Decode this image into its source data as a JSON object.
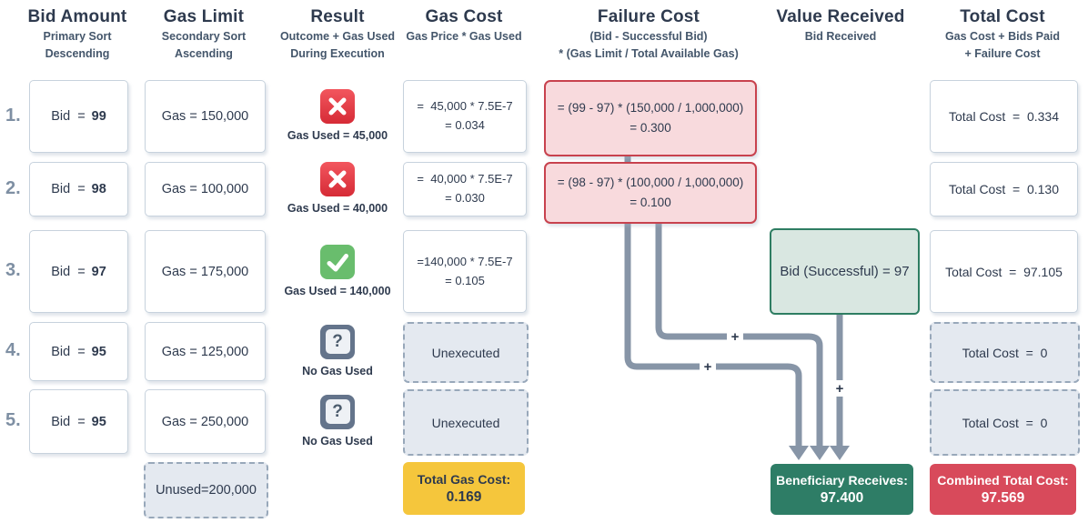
{
  "colors": {
    "navy": "#2e3a4e",
    "muted": "#44566b",
    "rownum": "#7e8fa3",
    "box_border": "#c7d2dd",
    "box_shadow": "rgba(167,181,197,0.35)",
    "dashed_fill": "#e4e9f0",
    "dashed_border": "#98a8ba",
    "pink_fill": "#f8dadd",
    "pink_border": "#c8424e",
    "green_fill": "#d9e7e1",
    "green_border": "#2e7d62",
    "icon_green": "#69bd6d",
    "icon_gray": "#64748b",
    "yellow": "#f5c63c",
    "teal": "#2e7d66",
    "red": "#d84a5b",
    "line": "#8795a7"
  },
  "headers": [
    {
      "title": "Bid Amount",
      "sub1": "Primary Sort",
      "sub2": "Descending"
    },
    {
      "title": "Gas Limit",
      "sub1": "Secondary Sort",
      "sub2": "Ascending"
    },
    {
      "title": "Result",
      "sub1": "Outcome + Gas Used",
      "sub2": "During Execution"
    },
    {
      "title": "Gas Cost",
      "sub1": "Gas Price * Gas Used",
      "sub2": ""
    },
    {
      "title": "Failure Cost",
      "sub1": "(Bid - Successful Bid)",
      "sub2": "* (Gas Limit / Total Available Gas)"
    },
    {
      "title": "Value Received",
      "sub1": "Bid Received",
      "sub2": ""
    },
    {
      "title": "Total Cost",
      "sub1": "Gas Cost + Bids Paid",
      "sub2": "+ Failure Cost"
    }
  ],
  "rows": [
    {
      "num": "1.",
      "bid_label": "Bid  =",
      "bid_value": "99",
      "gas": "Gas = 150,000",
      "result": "fail",
      "icon_class": "result-icon fail",
      "result_caption": "Gas Used = 45,000",
      "gas_cost_line1": "=  45,000 * 7.5E-7",
      "gas_cost_line2": "= 0.034",
      "failure_line1": "= (99 - 97) * (150,000 / 1,000,000)",
      "failure_line2": "= 0.300",
      "total": "Total Cost  =  0.334"
    },
    {
      "num": "2.",
      "bid_label": "Bid  =",
      "bid_value": "98",
      "gas": "Gas = 100,000",
      "result": "fail",
      "icon_class": "result-icon fail",
      "result_caption": "Gas Used = 40,000",
      "gas_cost_line1": "=  40,000 * 7.5E-7",
      "gas_cost_line2": "= 0.030",
      "failure_line1": "= (98 - 97) * (100,000 / 1,000,000)",
      "failure_line2": "= 0.100",
      "total": "Total Cost  =  0.130"
    },
    {
      "num": "3.",
      "bid_label": "Bid  =",
      "bid_value": "97",
      "gas": "Gas = 175,000",
      "result": "success",
      "icon_class": "result-icon success",
      "result_caption": "Gas Used = 140,000",
      "gas_cost_line1": "=140,000 * 7.5E-7",
      "gas_cost_line2": "= 0.105",
      "value_received": "Bid (Successful) = 97",
      "total": "Total Cost  =  97.105"
    },
    {
      "num": "4.",
      "bid_label": "Bid  =",
      "bid_value": "95",
      "gas": "Gas = 125,000",
      "result": "unexecuted",
      "icon_class": "result-icon unknown",
      "result_caption": "No Gas Used",
      "gas_cost_unexecuted": "Unexecuted",
      "total": "Total Cost  =  0"
    },
    {
      "num": "5.",
      "bid_label": "Bid  =",
      "bid_value": "95",
      "gas": "Gas = 250,000",
      "result": "unexecuted",
      "icon_class": "result-icon unknown",
      "result_caption": "No Gas Used",
      "gas_cost_unexecuted": "Unexecuted",
      "total": "Total Cost  =  0"
    }
  ],
  "icons": {
    "question_glyph": "?"
  },
  "arrows": {
    "plus": "+"
  },
  "footer": {
    "unused": "Unused=200,000",
    "total_gas_cost_label": "Total Gas Cost:",
    "total_gas_cost_value": "0.169",
    "beneficiary_label": "Beneficiary Receives:",
    "beneficiary_value": "97.400",
    "combined_label": "Combined Total Cost:",
    "combined_value": "97.569"
  }
}
